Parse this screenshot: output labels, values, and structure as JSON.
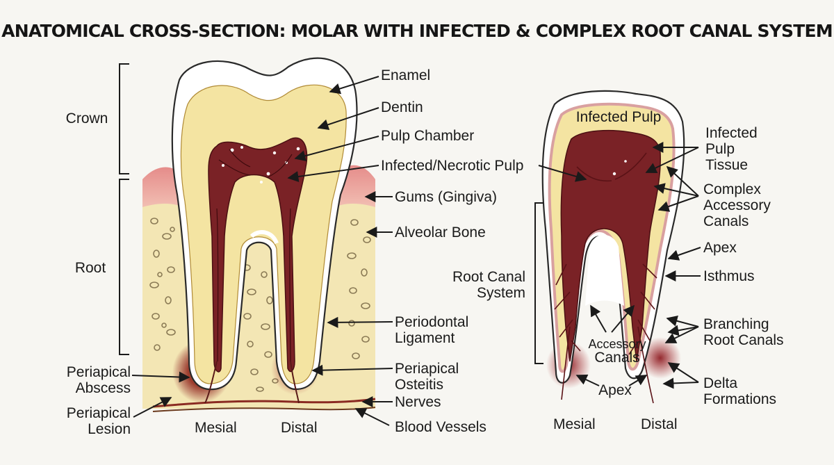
{
  "title": "ANATOMICAL CROSS-SECTION: MOLAR WITH INFECTED & COMPLEX ROOT CANAL SYSTEM",
  "left": {
    "crown": "Crown",
    "root": "Root",
    "periapical_abscess_1": "Periapical",
    "periapical_abscess_2": "Abscess",
    "periapical_lesion_1": "Periapical",
    "periapical_lesion_2": "Lesion",
    "mesial": "Mesial",
    "distal": "Distal",
    "enamel": "Enamel",
    "dentin": "Dentin",
    "pulp_chamber": "Pulp Chamber",
    "infected_necrotic_pulp": "Infected/Necrotic Pulp",
    "gums": "Gums (Gingiva)",
    "alveolar_bone": "Alveolar Bone",
    "periodontal_ligament_1": "Periodontal",
    "periodontal_ligament_2": "Ligament",
    "periapical_osteitis_1": "Periapical",
    "periapical_osteitis_2": "Osteitis",
    "nerves": "Nerves",
    "blood_vessels": "Blood Vessels"
  },
  "right": {
    "infected_pulp": "Infected Pulp",
    "root_canal_system_1": "Root Canal",
    "root_canal_system_2": "System",
    "infected_pulp_tissue_1": "Infected",
    "infected_pulp_tissue_2": "Pulp",
    "infected_pulp_tissue_3": "Tissue",
    "complex_accessory_canals_1": "Complex",
    "complex_accessory_canals_2": "Accessory",
    "complex_accessory_canals_3": "Canals",
    "apex_right": "Apex",
    "isthmus": "Isthmus",
    "branching_root_canals_1": "Branching",
    "branching_root_canals_2": "Root Canals",
    "delta_formations_1": "Delta",
    "delta_formations_2": "Formations",
    "accessory_canals_1": "Accessory",
    "accessory_canals_2": "Canals",
    "apex_bottom": "Apex",
    "mesial": "Mesial",
    "distal": "Distal"
  },
  "colors": {
    "background": "#f7f6f2",
    "enamel": "#ffffff",
    "dentin": "#f4e4a2",
    "pulp": "#7a2226",
    "gum": "#e58c8a",
    "bone": "#f3e6b4",
    "infection": "#8b1f24"
  }
}
